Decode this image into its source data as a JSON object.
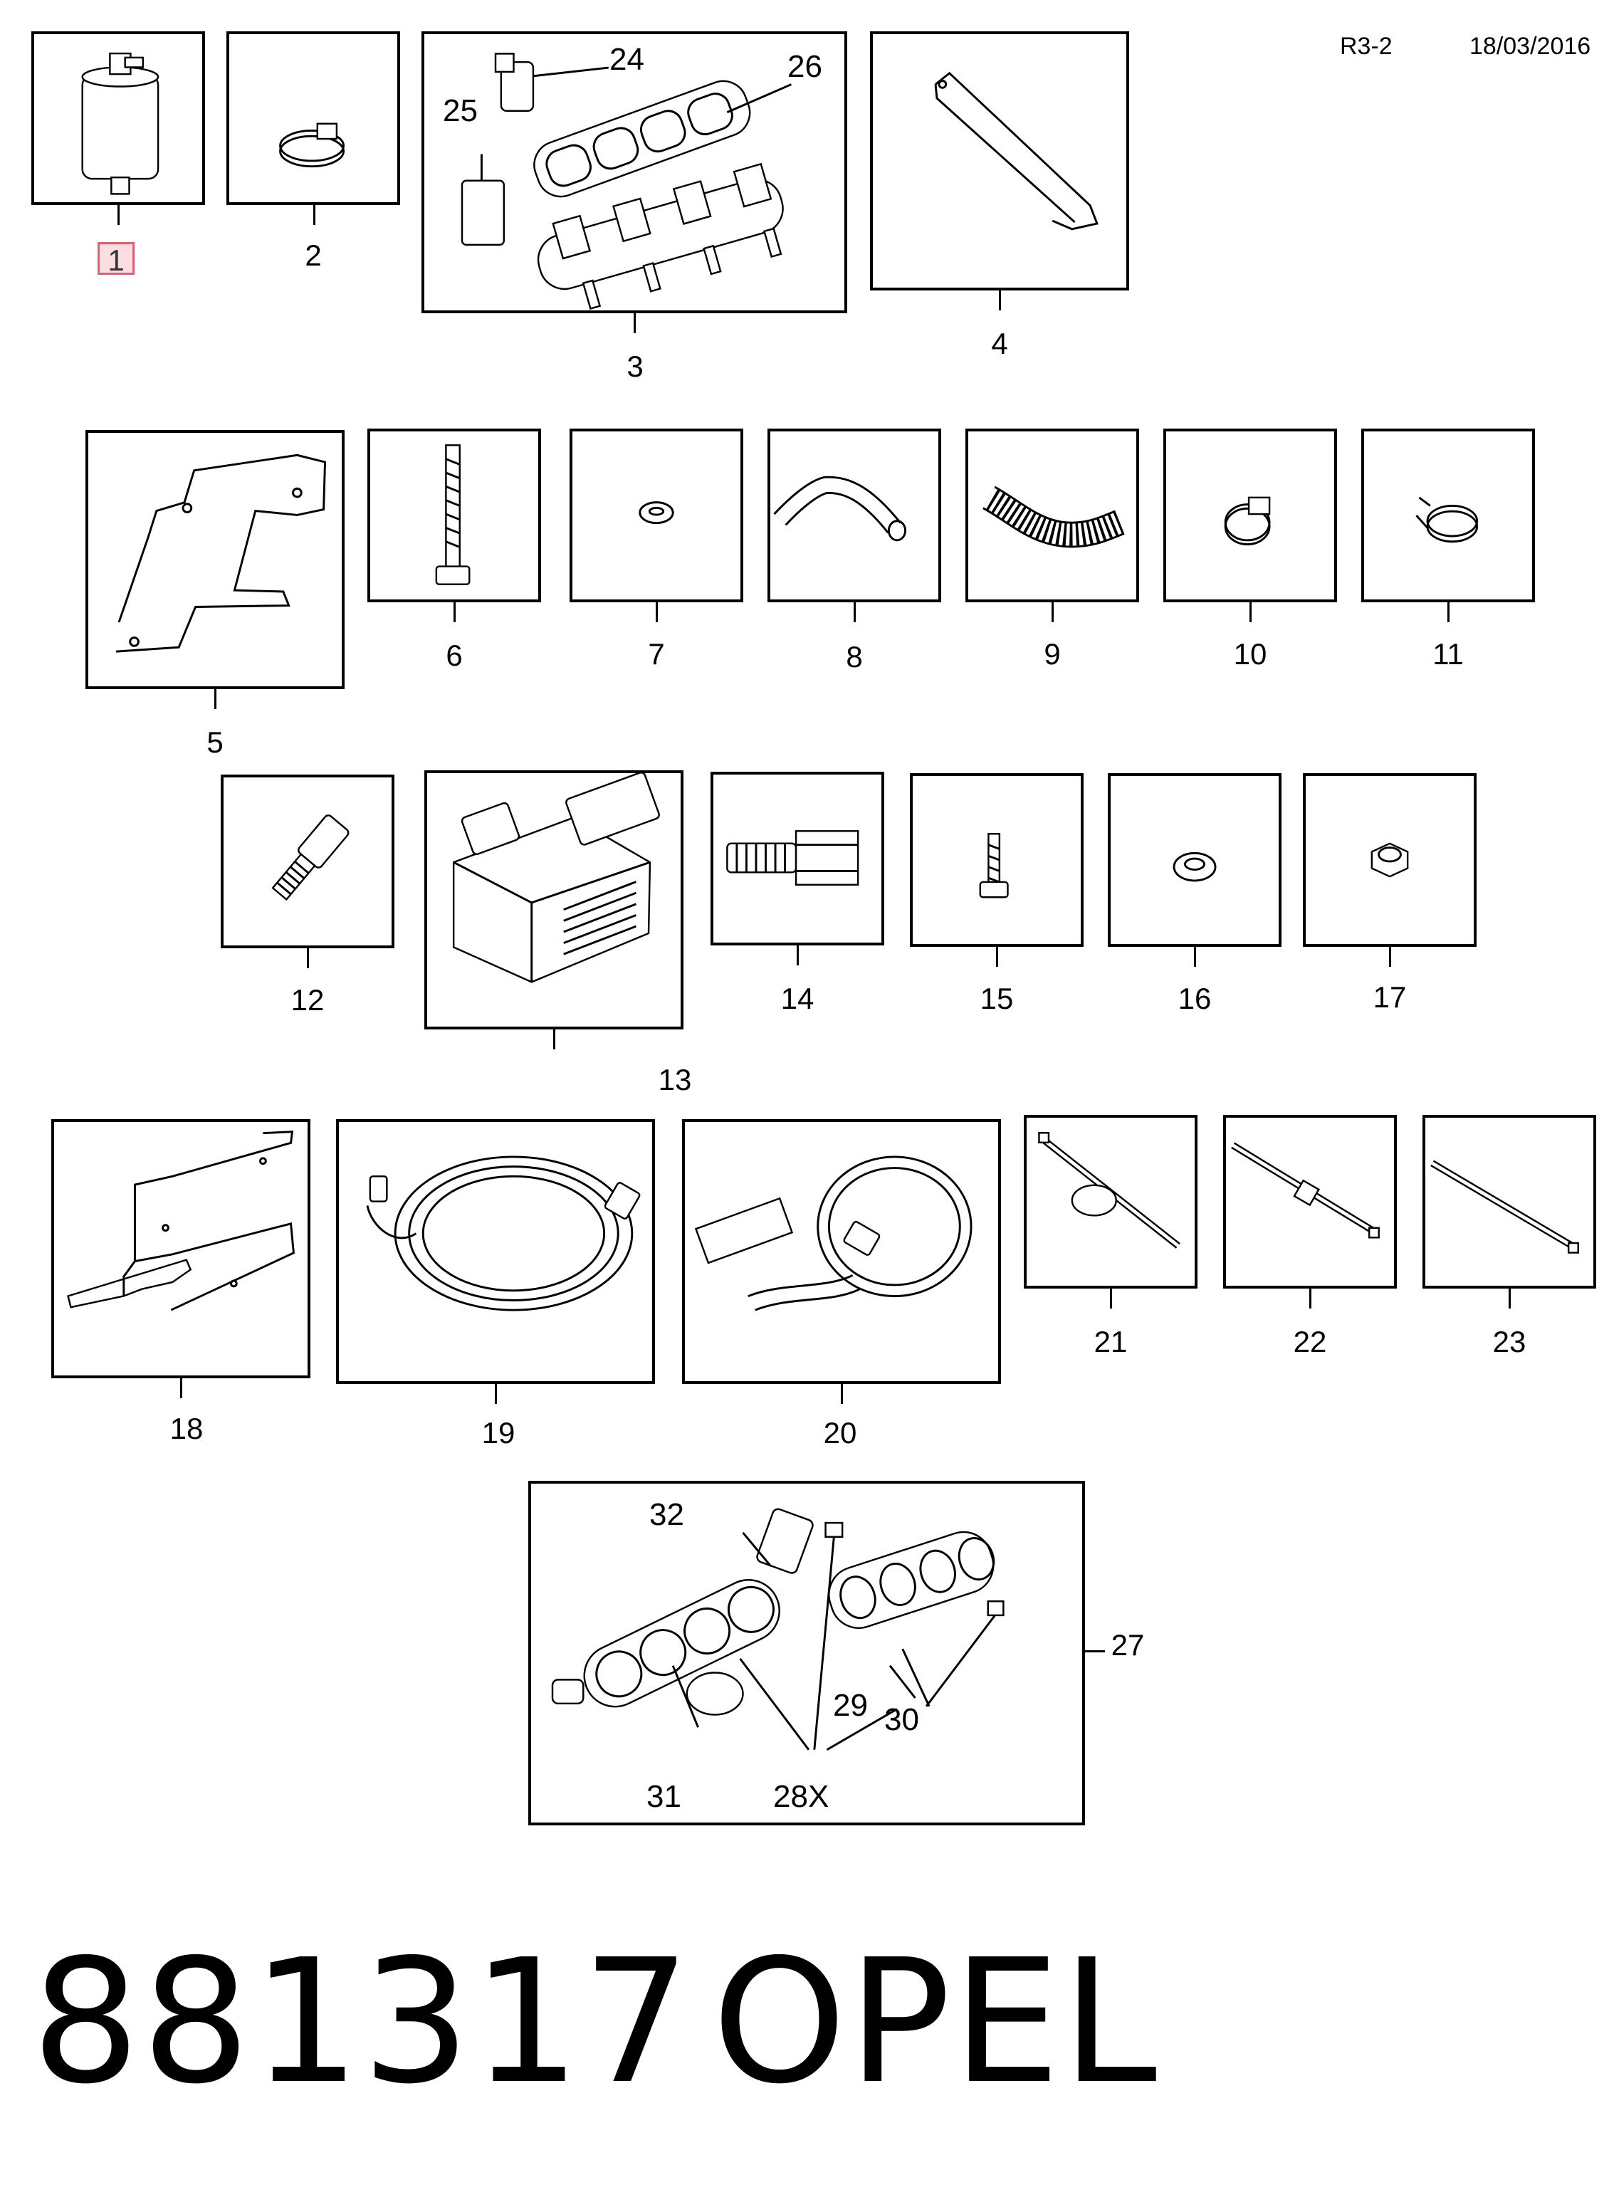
{
  "header": {
    "ref": "R3-2",
    "date": "18/03/2016"
  },
  "footer": {
    "part_number": "881317",
    "brand": "OPEL"
  },
  "items": {
    "i1": "1",
    "i2": "2",
    "i3": "3",
    "i4": "4",
    "i5": "5",
    "i6": "6",
    "i7": "7",
    "i8": "8",
    "i9": "9",
    "i10": "10",
    "i11": "11",
    "i12": "12",
    "i13": "13",
    "i14": "14",
    "i15": "15",
    "i16": "16",
    "i17": "17",
    "i18": "18",
    "i19": "19",
    "i20": "20",
    "i21": "21",
    "i22": "22",
    "i23": "23",
    "i27": "27"
  },
  "callouts": {
    "c24": "24",
    "c25": "25",
    "c26": "26",
    "c28x": "28X",
    "c29": "29",
    "c30": "30",
    "c31": "31",
    "c32": "32"
  },
  "selected_item": "1"
}
